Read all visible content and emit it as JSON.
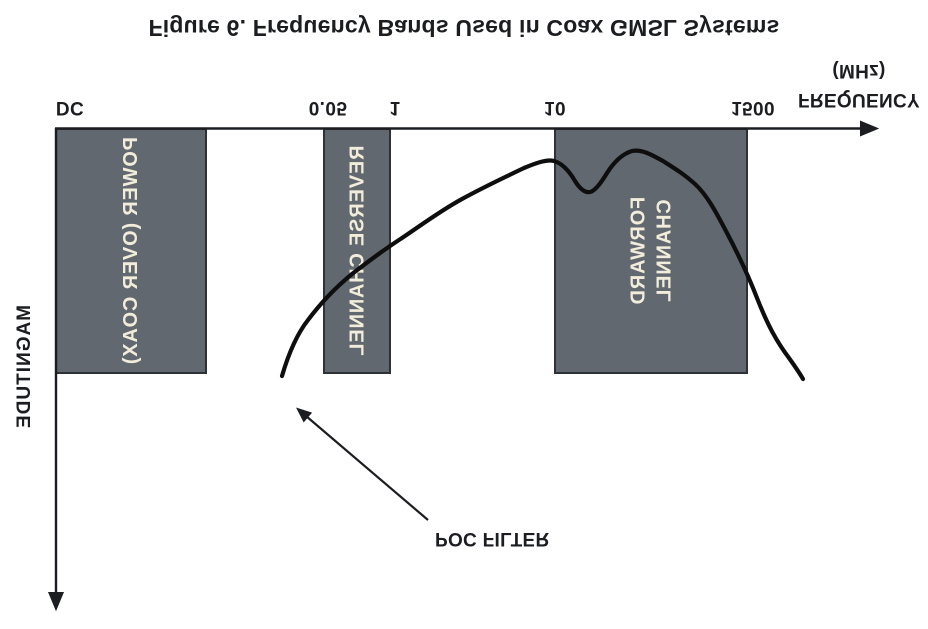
{
  "title": "Figure 6. Frequency Bands Used in Coax GMSL Systems",
  "x_axis": {
    "label_line1": "FREQUENCY",
    "label_line2": "(MHz)",
    "ticks": [
      "DC",
      "0.05",
      "1",
      "10",
      "1500"
    ]
  },
  "y_axis": {
    "label": "MAGNITUDE"
  },
  "bands": {
    "power": {
      "label": "POWER (OVER COAX)",
      "band_start": "DC"
    },
    "reverse": {
      "label": "REVERSE CHANNEL",
      "band_start": "0.05",
      "band_end": "1"
    },
    "forward": {
      "label_line1": "FORWARD",
      "label_line2": "CHANNEL",
      "band_start": "10",
      "band_end": "1500"
    }
  },
  "annotations": {
    "poc_filter": "POC FILTER"
  },
  "colors": {
    "background": "#ffffff",
    "ink": "#1b1d20",
    "curve": "#0e0e0e",
    "band_fill": "#61686f",
    "band_border": "#2e3237",
    "band_text": "#f2eddb"
  }
}
